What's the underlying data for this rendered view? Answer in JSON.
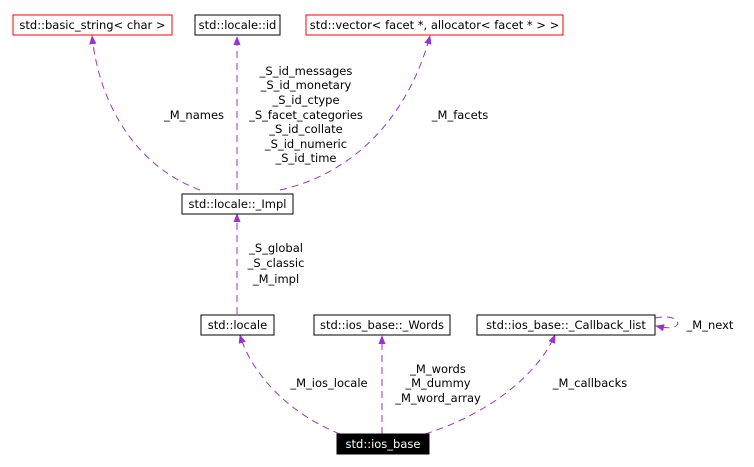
{
  "nodes": {
    "basic_string": "std::basic_string< char >",
    "locale_id": "std::locale::id",
    "vector_facet": "std::vector< facet *, allocator< facet * > >",
    "locale_impl": "std::locale::_Impl",
    "locale": "std::locale",
    "ios_words": "std::ios_base::_Words",
    "callback_list": "std::ios_base::_Callback_list",
    "ios_base": "std::ios_base"
  },
  "edge_labels": {
    "m_names": "_M_names",
    "locale_id_members": [
      "_S_id_messages",
      "_S_id_monetary",
      "_S_id_ctype",
      "_S_facet_categories",
      "_S_id_collate",
      "_S_id_numeric",
      "_S_id_time"
    ],
    "m_facets": "_M_facets",
    "impl_members": [
      "_S_global",
      "_S_classic",
      "_M_impl"
    ],
    "m_ios_locale": "_M_ios_locale",
    "words_members": [
      "_M_words",
      "_M_dummy",
      "_M_word_array"
    ],
    "m_callbacks": "_M_callbacks",
    "m_next": "_M_next"
  },
  "colors": {
    "edge": "#9a32cd",
    "highlight_border": "#ff0000",
    "normal_border": "#000000",
    "focus_fill": "#000000",
    "focus_text": "#ffffff"
  }
}
